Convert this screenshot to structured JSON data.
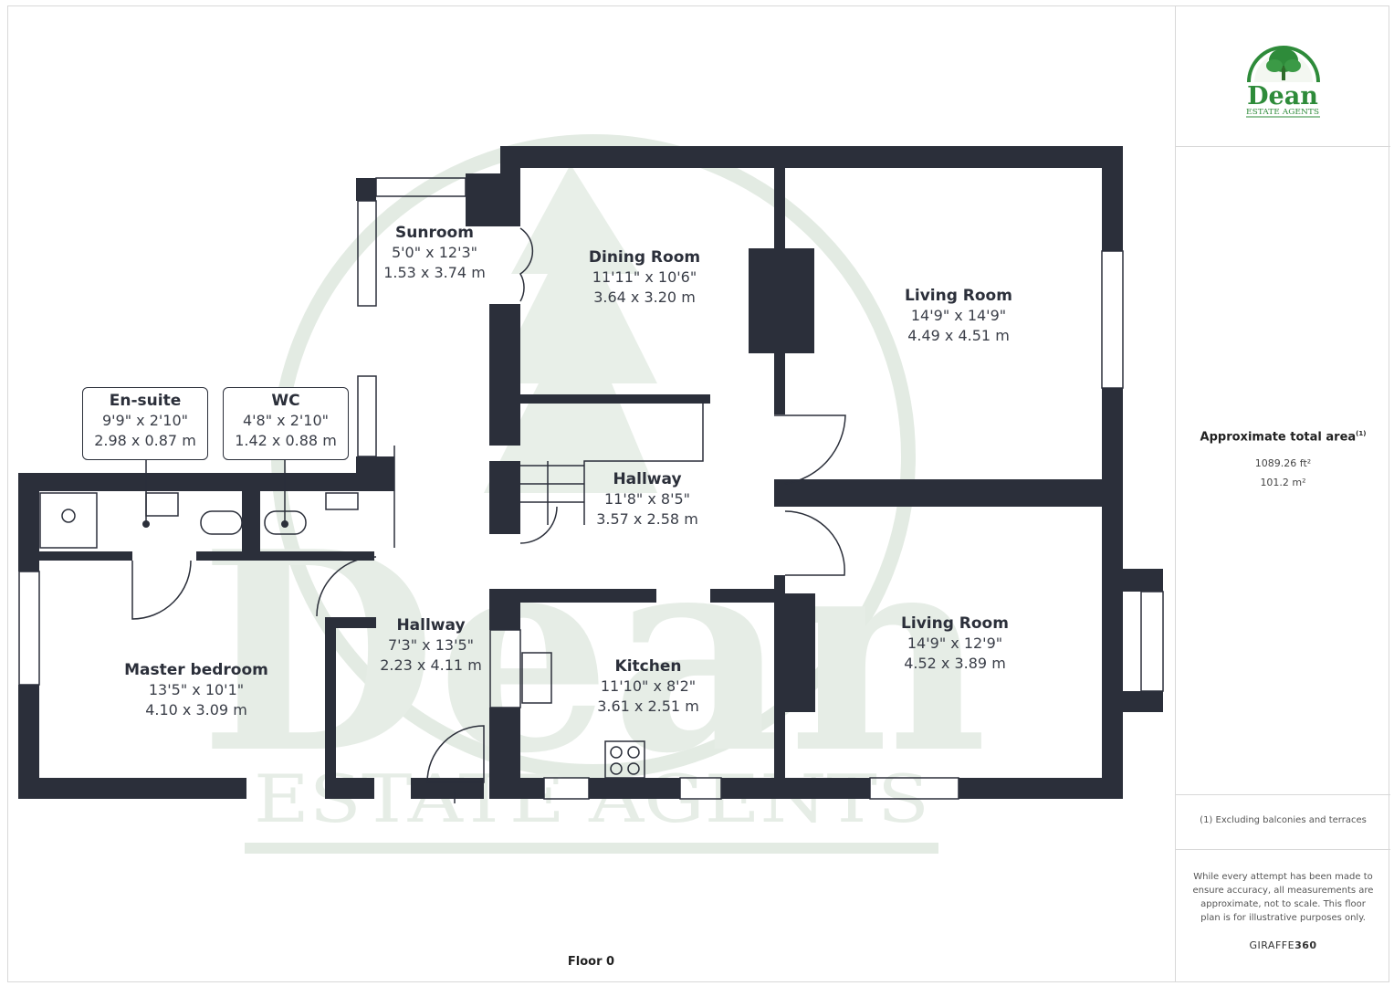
{
  "plan": {
    "floor_label": "Floor 0",
    "rooms": {
      "sunroom": {
        "name": "Sunroom",
        "imperial": "5'0\" x 12'3\"",
        "metric": "1.53 x 3.74 m"
      },
      "dining": {
        "name": "Dining Room",
        "imperial": "11'11\" x 10'6\"",
        "metric": "3.64 x 3.20 m"
      },
      "living_top": {
        "name": "Living Room",
        "imperial": "14'9\" x 14'9\"",
        "metric": "4.49 x 4.51 m"
      },
      "ensuite": {
        "name": "En-suite",
        "imperial": "9'9\" x 2'10\"",
        "metric": "2.98 x 0.87 m"
      },
      "wc": {
        "name": "WC",
        "imperial": "4'8\" x 2'10\"",
        "metric": "1.42 x 0.88 m"
      },
      "hallway_main": {
        "name": "Hallway",
        "imperial": "11'8\" x 8'5\"",
        "metric": "3.57 x 2.58 m"
      },
      "hallway_small": {
        "name": "Hallway",
        "imperial": "7'3\" x 13'5\"",
        "metric": "2.23 x 4.11 m"
      },
      "master": {
        "name": "Master bedroom",
        "imperial": "13'5\" x 10'1\"",
        "metric": "4.10 x 3.09 m"
      },
      "kitchen": {
        "name": "Kitchen",
        "imperial": "11'10\" x 8'2\"",
        "metric": "3.61 x 2.51 m"
      },
      "living_bottom": {
        "name": "Living Room",
        "imperial": "14'9\" x 12'9\"",
        "metric": "4.52 x 3.89 m"
      }
    },
    "watermark": {
      "word": "Dean",
      "sub": "ESTATE AGENTS"
    },
    "colors": {
      "wall": "#2b2f3a",
      "watermark": "#e3ebe3",
      "logo_green": "#2e8b3a"
    }
  },
  "sidebar": {
    "logo_name": "Dean",
    "logo_sub": "ESTATE AGENTS",
    "area_title": "Approximate total area",
    "area_sup": "(1)",
    "area_ft": "1089.26 ft²",
    "area_m": "101.2 m²",
    "note": "(1) Excluding balconies and terraces",
    "disclaimer": "While every attempt has been made to ensure accuracy, all measurements are approximate, not to scale. This floor plan is for illustrative purposes only.",
    "brand_a": "GIRAFFE",
    "brand_b": "360"
  }
}
